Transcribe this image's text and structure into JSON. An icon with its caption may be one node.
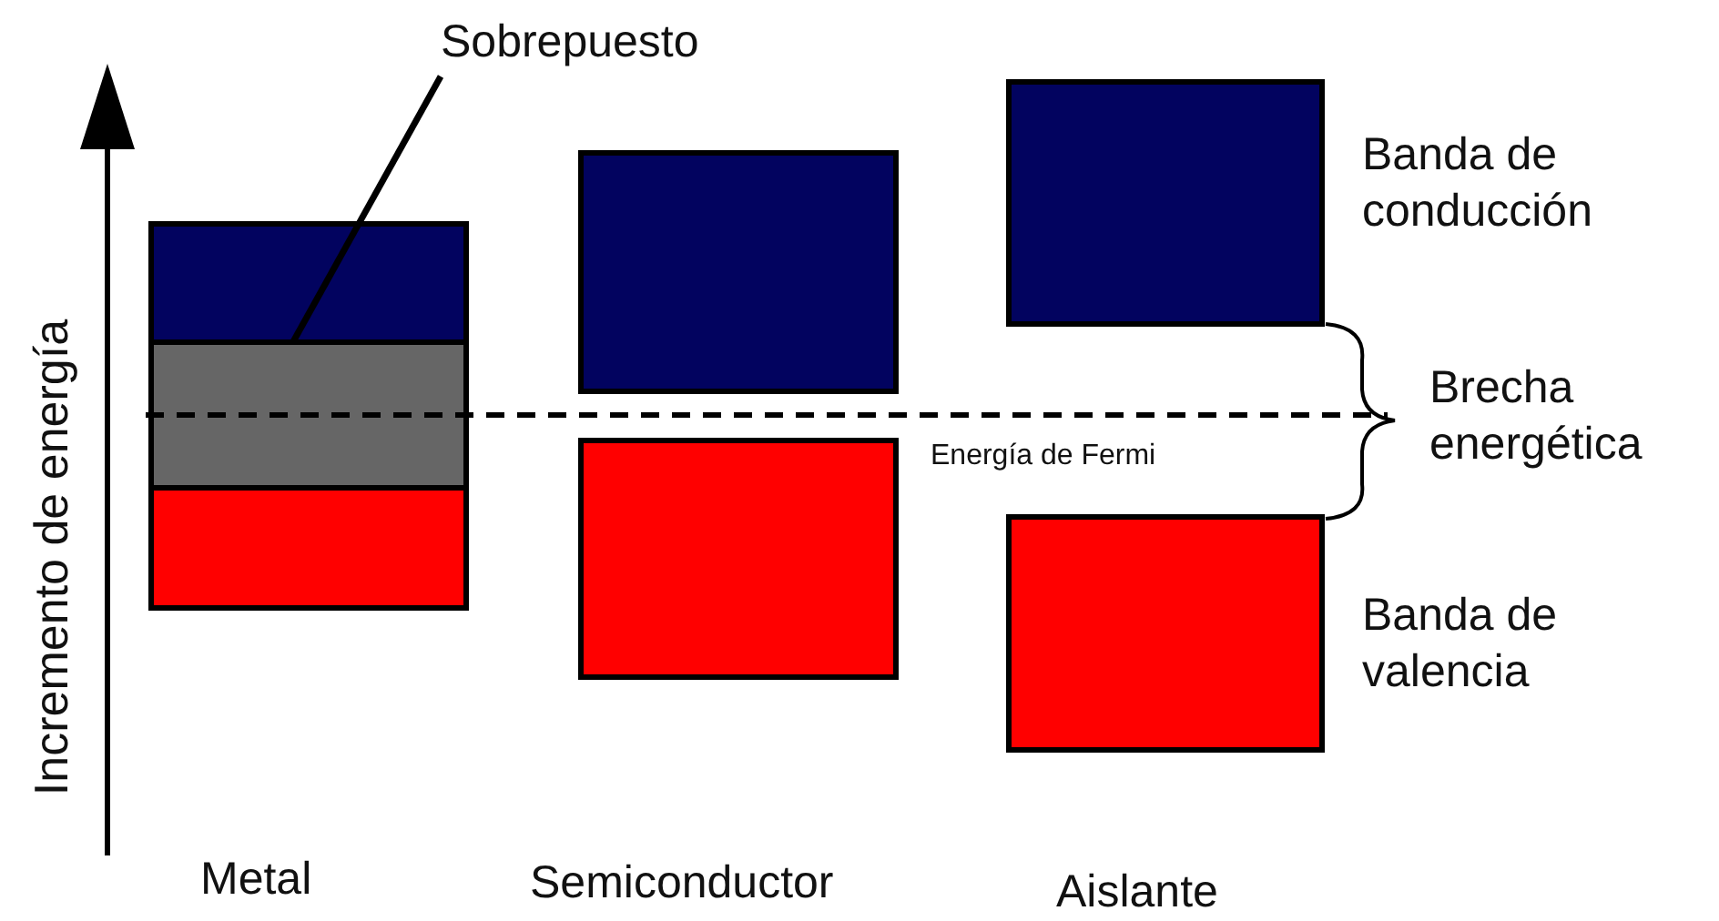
{
  "diagram": {
    "nodes": [
      {
        "text": [
          "Sobrepuesto"
        ]
      },
      {
        "text": [],
        "shape": "box"
      },
      {
        "text": [],
        "shape": "box"
      },
      {
        "text": [],
        "shape": "box"
      },
      {
        "text": [],
        "shape": "box"
      },
      {
        "text": [],
        "shape": "box"
      },
      {
        "text": [],
        "shape": "box"
      },
      {
        "text": [],
        "shape": "box"
      }
    ],
    "edges": [
      {
        "from": 0,
        "to": 2,
        "arrow": "none"
      }
    ],
    "labels": [
      "Incremento de energía",
      "Banda de conducción",
      "Brecha energética",
      "Energía de Fermi",
      "Banda de valencia",
      "Metal",
      "Semiconductor",
      "Aislante"
    ]
  }
}
